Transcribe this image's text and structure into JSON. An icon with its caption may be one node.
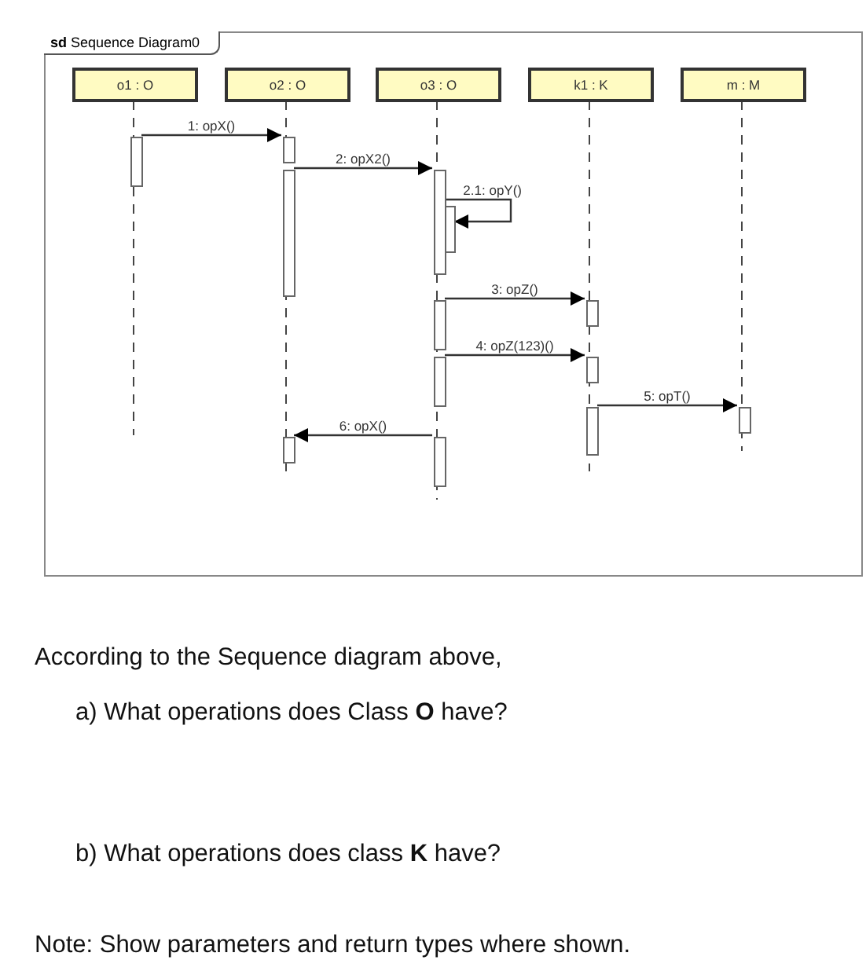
{
  "diagram": {
    "nodes": [
      {
        "text": [
          "**sd** Sequence Diagram0"
        ]
      },
      {
        "text": [
          "o1 : O"
        ],
        "in": 0
      },
      {
        "text": [
          "o2 : O"
        ],
        "in": 0
      },
      {
        "text": [
          "o3 : O"
        ],
        "in": 0
      },
      {
        "text": [
          "k1 : K"
        ],
        "in": 0
      },
      {
        "text": [
          "m : M"
        ],
        "in": 0
      },
      {
        "text": [],
        "shape": "bar",
        "in": 0
      },
      {
        "text": [],
        "shape": "bar",
        "in": 0
      },
      {
        "text": [],
        "shape": "bar",
        "in": 0
      },
      {
        "text": [],
        "shape": "bar",
        "in": 0
      },
      {
        "text": [],
        "shape": "bar",
        "in": 0
      },
      {
        "text": [],
        "shape": "bar",
        "in": 0
      },
      {
        "text": [],
        "shape": "bar",
        "in": 0
      },
      {
        "text": [],
        "shape": "bar",
        "in": 0
      },
      {
        "text": [],
        "shape": "bar",
        "in": 0
      },
      {
        "text": [],
        "shape": "bar",
        "in": 0
      },
      {
        "text": [],
        "shape": "bar",
        "in": 0
      },
      {
        "text": [],
        "shape": "bar",
        "in": 0
      },
      {
        "text": [],
        "shape": "bar",
        "in": 0
      }
    ],
    "edges": [
      {
        "from": 6,
        "to": 7,
        "arrow": "to",
        "label": "1: opX()"
      },
      {
        "from": 8,
        "to": 9,
        "arrow": "to",
        "label": "2: opX2()"
      },
      {
        "from": 9,
        "to": 10,
        "arrow": "to",
        "label": "2.1: opY()"
      },
      {
        "from": 11,
        "to": 12,
        "arrow": "to",
        "label": "3: opZ()"
      },
      {
        "from": 13,
        "to": 14,
        "arrow": "to",
        "label": "4: opZ(123)()"
      },
      {
        "from": 15,
        "to": 16,
        "arrow": "to",
        "label": "5: opT()"
      },
      {
        "from": 17,
        "to": 18,
        "arrow": "to",
        "label": "6: opX()"
      },
      {
        "from": 1,
        "to": null,
        "arrow": "none",
        "style": "dashed"
      },
      {
        "from": 2,
        "to": 18,
        "arrow": "none",
        "style": "dashed"
      },
      {
        "from": 3,
        "to": 17,
        "arrow": "none",
        "style": "dashed"
      },
      {
        "from": 4,
        "to": 15,
        "arrow": "none",
        "style": "dashed"
      },
      {
        "from": 5,
        "to": 16,
        "arrow": "none",
        "style": "dashed"
      }
    ],
    "labels": [
      "According to the Sequence diagram above,",
      "a) What operations does Class **O** have?",
      "b) What operations does class **K** have?",
      "Note: Show parameters and return types where shown."
    ]
  }
}
